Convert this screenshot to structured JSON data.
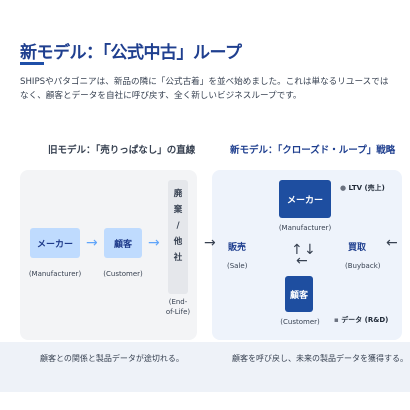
{
  "header": {
    "title": "新モデル：「公式中古」ループ",
    "description": "SHIPSやパタゴニアは、新品の隣に「公式古着」を並べ始めました。これは単なるリユースではなく、顧客とデータを自社に呼び戻す、全く新しいビジネスループです。"
  },
  "old_model": {
    "heading": "旧モデル：「売りっぱなし」の直線",
    "maker_label": "メーカー",
    "maker_sub": "(Manufacturer)",
    "customer_label": "顧客",
    "customer_sub": "(Customer)",
    "end_chars": [
      "廃",
      "棄",
      "/",
      "他",
      "社"
    ],
    "end_sub_line1": "(End-",
    "end_sub_line2": "of-Life)",
    "footer": "顧客との関係と製品データが途切れる。"
  },
  "new_model": {
    "heading": "新モデル：「クローズド・ループ」戦略",
    "maker_label": "メーカー",
    "maker_sub": "(Manufacturer)",
    "customer_label": "顧客",
    "customer_sub": "(Customer)",
    "sale_label": "販売",
    "sale_sub": "(Sale)",
    "buyback_label": "買取",
    "buyback_sub": "(Buyback)",
    "ltv_tag": "LTV (売上)",
    "data_tag": "データ (R&D)",
    "footer": "顧客を呼び戻し、未来の製品データを獲得する。"
  },
  "colors": {
    "navy": "#1f3f8f",
    "blue_dark": "#1e4ea0",
    "blue_light": "#bfdbfe",
    "panel_new": "#eef3fb",
    "panel_old": "#f3f4f6"
  },
  "icons": [
    "arrow-right-icon",
    "arrow-left-icon",
    "arrow-up-icon",
    "arrow-down-icon",
    "coin-icon",
    "chart-icon"
  ]
}
